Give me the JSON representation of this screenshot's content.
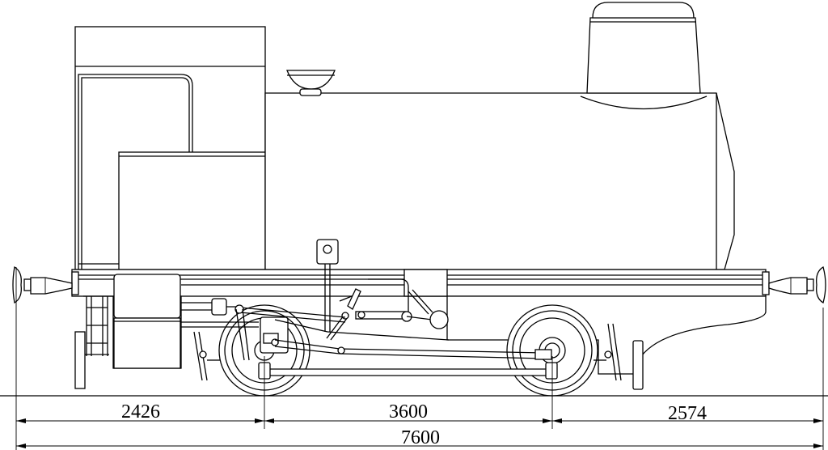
{
  "drawing": {
    "subject": "",
    "line_color": "#000000",
    "background": "#ffffff"
  },
  "dimensions": {
    "rear_overhang": "2426",
    "wheelbase": "3600",
    "front_overhang": "2574",
    "overall_length": "7600"
  }
}
